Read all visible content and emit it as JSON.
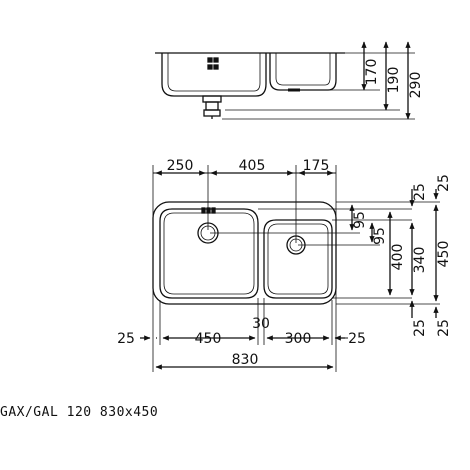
{
  "caption": "GAX/GAL 120 830x450",
  "side_view": {
    "dims": [
      "170",
      "190",
      "290"
    ]
  },
  "top_view": {
    "top_dims": [
      "250",
      "405",
      "175"
    ],
    "bottom_row": [
      "25",
      "450",
      "30",
      "300",
      "25"
    ],
    "overall_width": "830",
    "hole_dims": [
      "95",
      "95"
    ],
    "right_inner": [
      "25",
      "340",
      "25"
    ],
    "right_mid": [
      "400"
    ],
    "right_outer": [
      "25",
      "450",
      "25"
    ]
  }
}
